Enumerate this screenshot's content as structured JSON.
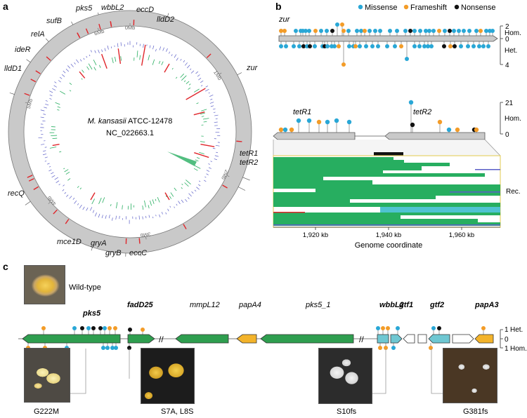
{
  "panels": {
    "a": "a",
    "b": "b",
    "c": "c"
  },
  "circos": {
    "center_title": "M. kansasii ATCC-12478",
    "center_title_italic": "M. kansasii",
    "center_title_rest": " ATCC-12478",
    "accession": "NC_022663.1",
    "ticks": [
      "0Mb",
      "1Mb",
      "2Mb",
      "3Mb",
      "4Mb",
      "5Mb",
      "6Mb"
    ],
    "genes": [
      "pks5",
      "wbbL2",
      "eccD",
      "lldD2",
      "sufB",
      "relA",
      "ideR",
      "lldD1",
      "zur",
      "tetR1",
      "tetR2",
      "recQ",
      "mce1D",
      "gryA",
      "gryB",
      "eccC"
    ]
  },
  "legend": {
    "missense": "Missense",
    "frameshift": "Frameshift",
    "nonsense": "Nonsense"
  },
  "colors": {
    "missense": "#29a7d6",
    "frameshift": "#f39c28",
    "nonsense": "#111111",
    "green": "#27ae60",
    "teal": "#4fc3d1",
    "red": "#e0262b",
    "purple": "#5b5fc7",
    "grey": "#c9c9c9"
  },
  "zur": {
    "label": "zur",
    "ticks": [
      "2",
      "0",
      "4"
    ],
    "hom": "Hom.",
    "het": "Het."
  },
  "tetr": {
    "label1": "tetR1",
    "label2": "tetR2",
    "ticks": [
      "21",
      "0"
    ],
    "hom": "Hom."
  },
  "rec": {
    "label": "Rec.",
    "xticks": [
      "1,920 kb",
      "1,940 kb",
      "1,960 kb"
    ],
    "xlabel": "Genome coordinate"
  },
  "panel_c": {
    "wildtype": "Wild-type",
    "genes": [
      "pks5",
      "fadD25",
      "mmpL12",
      "papA4",
      "pks5_1",
      "wbbL2",
      "gtf1",
      "gtf2",
      "papA3"
    ],
    "ticks": [
      "1",
      "0",
      "1"
    ],
    "het": "Het.",
    "hom": "Hom.",
    "mutations": [
      "G222M",
      "S7A, L8S",
      "S10fs",
      "G381fs"
    ]
  }
}
